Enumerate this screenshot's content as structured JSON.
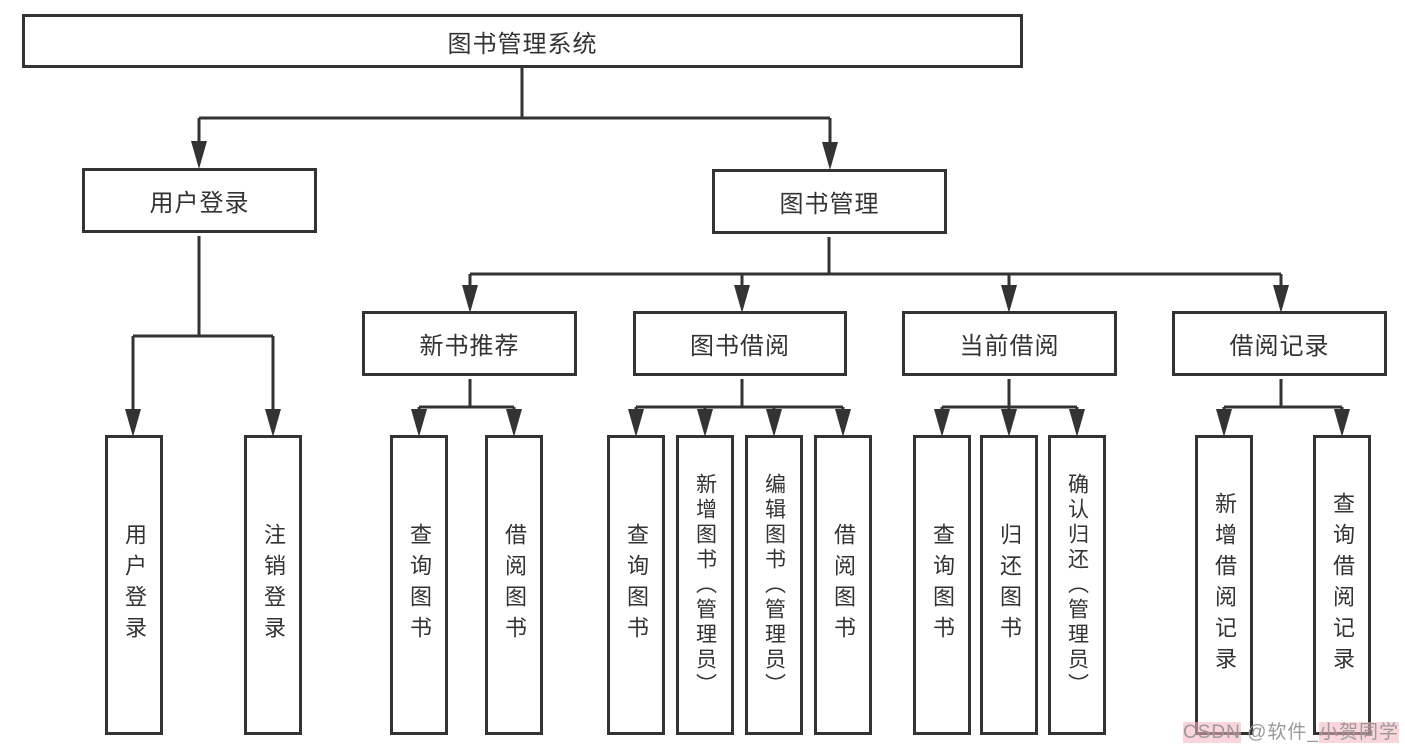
{
  "colors": {
    "line": "#333333",
    "box_border": "#333333",
    "box_background": "#ffffff",
    "text": "#333333",
    "watermark_text": "#9a9a9a",
    "watermark_highlight": "#f6b2be"
  },
  "chart_data": {
    "type": "table",
    "title": "图书管理系统功能结构图"
  },
  "tree": {
    "root": {
      "label": "图书管理系统"
    },
    "children": [
      {
        "label": "用户登录",
        "children": [
          {
            "label": "用户登录"
          },
          {
            "label": "注销登录"
          }
        ]
      },
      {
        "label": "图书管理",
        "children": [
          {
            "label": "新书推荐",
            "children": [
              {
                "label": "查询图书"
              },
              {
                "label": "借阅图书"
              }
            ]
          },
          {
            "label": "图书借阅",
            "children": [
              {
                "label": "查询图书"
              },
              {
                "label": "新增图书（管理员）"
              },
              {
                "label": "编辑图书（管理员）"
              },
              {
                "label": "借阅图书"
              }
            ]
          },
          {
            "label": "当前借阅",
            "children": [
              {
                "label": "查询图书"
              },
              {
                "label": "归还图书"
              },
              {
                "label": "确认归还（管理员）"
              }
            ]
          },
          {
            "label": "借阅记录",
            "children": [
              {
                "label": "新增借阅记录"
              },
              {
                "label": "查询借阅记录"
              }
            ]
          }
        ]
      }
    ]
  },
  "watermark": {
    "part1": "CSDN",
    "part2": " @软件_",
    "part3": "小贺同学"
  }
}
